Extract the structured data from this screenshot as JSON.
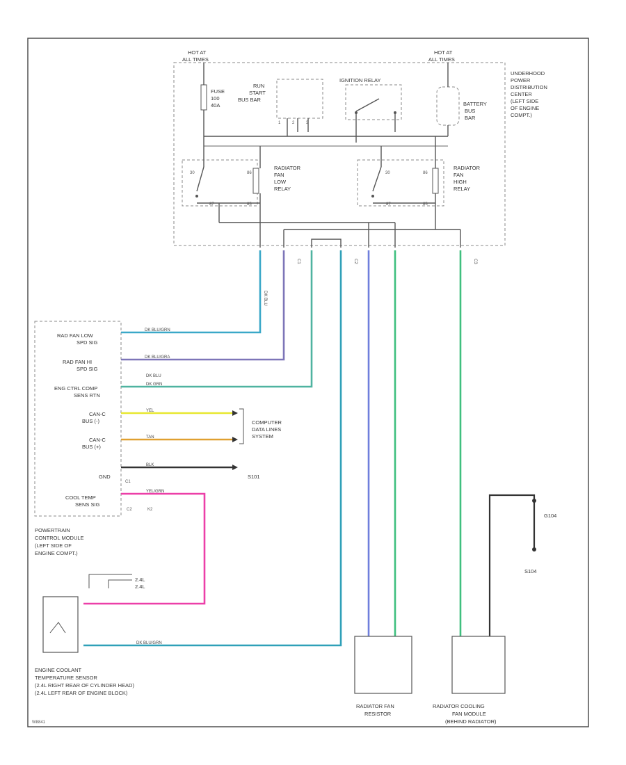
{
  "colors": {
    "dk_blu": "#3aa8c8",
    "dk_blu_grn": "#2fa0b8",
    "dk_blu_gra": "#7d75b8",
    "dk_grn": "#4fb3a0",
    "yel": "#e8e830",
    "tan": "#e0a030",
    "blk": "#333333",
    "pnk": "#ec3fa8",
    "lt_blu": "#6f7fdc",
    "grn": "#3fbf7f"
  },
  "labels": {
    "hot_left": "HOT AT",
    "hot_left_2": "ALL TIMES",
    "hot_right": "HOT AT",
    "hot_right_2": "ALL TIMES",
    "fuse": "FUSE",
    "fuse_num": "100",
    "fuse_amp": "40A",
    "run_start": "RUN",
    "run_start_2": "START",
    "run_start_3": "BUS BAR",
    "rs_pin1": "1",
    "rs_pin2": "2",
    "rs_pin3": "3",
    "ignition_relay": "IGNITION RELAY",
    "battery_bus": "BATTERY",
    "battery_bus_2": "BUS",
    "battery_bus_3": "BAR",
    "upd_1": "UNDERHOOD",
    "upd_2": "POWER",
    "upd_3": "DISTRIBUTION",
    "upd_4": "CENTER",
    "upd_5": "(LEFT SIDE",
    "upd_6": "OF ENGINE",
    "upd_7": "COMPT.)",
    "low_relay_1": "RADIATOR",
    "low_relay_2": "FAN",
    "low_relay_3": "LOW",
    "low_relay_4": "RELAY",
    "high_relay_1": "RADIATOR",
    "high_relay_2": "FAN",
    "high_relay_3": "HIGH",
    "high_relay_4": "RELAY",
    "pin_30_a": "30",
    "pin_86_a": "86",
    "pin_87_a": "87",
    "pin_85_a": "85",
    "pin_30_b": "30",
    "pin_86_b": "86",
    "pin_87_b": "87",
    "pin_85_b": "85",
    "c_c1": "C1",
    "c_c2": "C2",
    "c_c3": "C3",
    "w_dk_blu": "DK BLU",
    "w_dk_blu_2": "DK BLU",
    "pcm_low_1": "RAD FAN LOW",
    "pcm_low_2": "SPD SIG",
    "pcm_hi_1": "RAD FAN HI",
    "pcm_hi_2": "SPD SIG",
    "pcm_ect_1": "ENG CTRL COMP",
    "pcm_ect_2": "SENS RTN",
    "pcm_canl_1": "CAN-C",
    "pcm_canl_2": "BUS (-)",
    "pcm_canh_1": "CAN-C",
    "pcm_canh_2": "BUS (+)",
    "pcm_gnd": "GND",
    "pcm_c1": "C1",
    "pcm_cool_1": "COOL TEMP",
    "pcm_cool_2": "SENS SIG",
    "pcm_c2": "C2",
    "pcm_k2": "K2",
    "w_low": "DK BLU/GRN",
    "w_hi": "DK BLU/GRA",
    "w_ect": "DK GRN",
    "w_yel": "YEL",
    "w_tan": "TAN",
    "w_blk": "BLK",
    "w_pnk": "YEL/GRN",
    "computer_1": "COMPUTER",
    "computer_2": "DATA LINES",
    "computer_3": "SYSTEM",
    "s101": "S101",
    "pcm_name_1": "POWERTRAIN",
    "pcm_name_2": "CONTROL MODULE",
    "pcm_name_3": "(LEFT SIDE OF",
    "pcm_name_4": "ENGINE COMPT.)",
    "eng_2_4": "2.4L",
    "eng_2_4b": "2.4L",
    "ect_1": "ENGINE COOLANT",
    "ect_2": "TEMPERATURE SENSOR",
    "ect_3": "(2.4L RIGHT REAR OF CYLINDER HEAD)",
    "ect_4": "(2.4L LEFT REAR OF ENGINE BLOCK)",
    "resistor_1": "RADIATOR FAN",
    "resistor_2": "RESISTOR",
    "fan_mod_1": "RADIATOR COOLING",
    "fan_mod_2": "FAN MODULE",
    "fan_mod_3": "(BEHIND RADIATOR)",
    "g104": "G104",
    "s104": "S104",
    "footer": "W8841"
  }
}
